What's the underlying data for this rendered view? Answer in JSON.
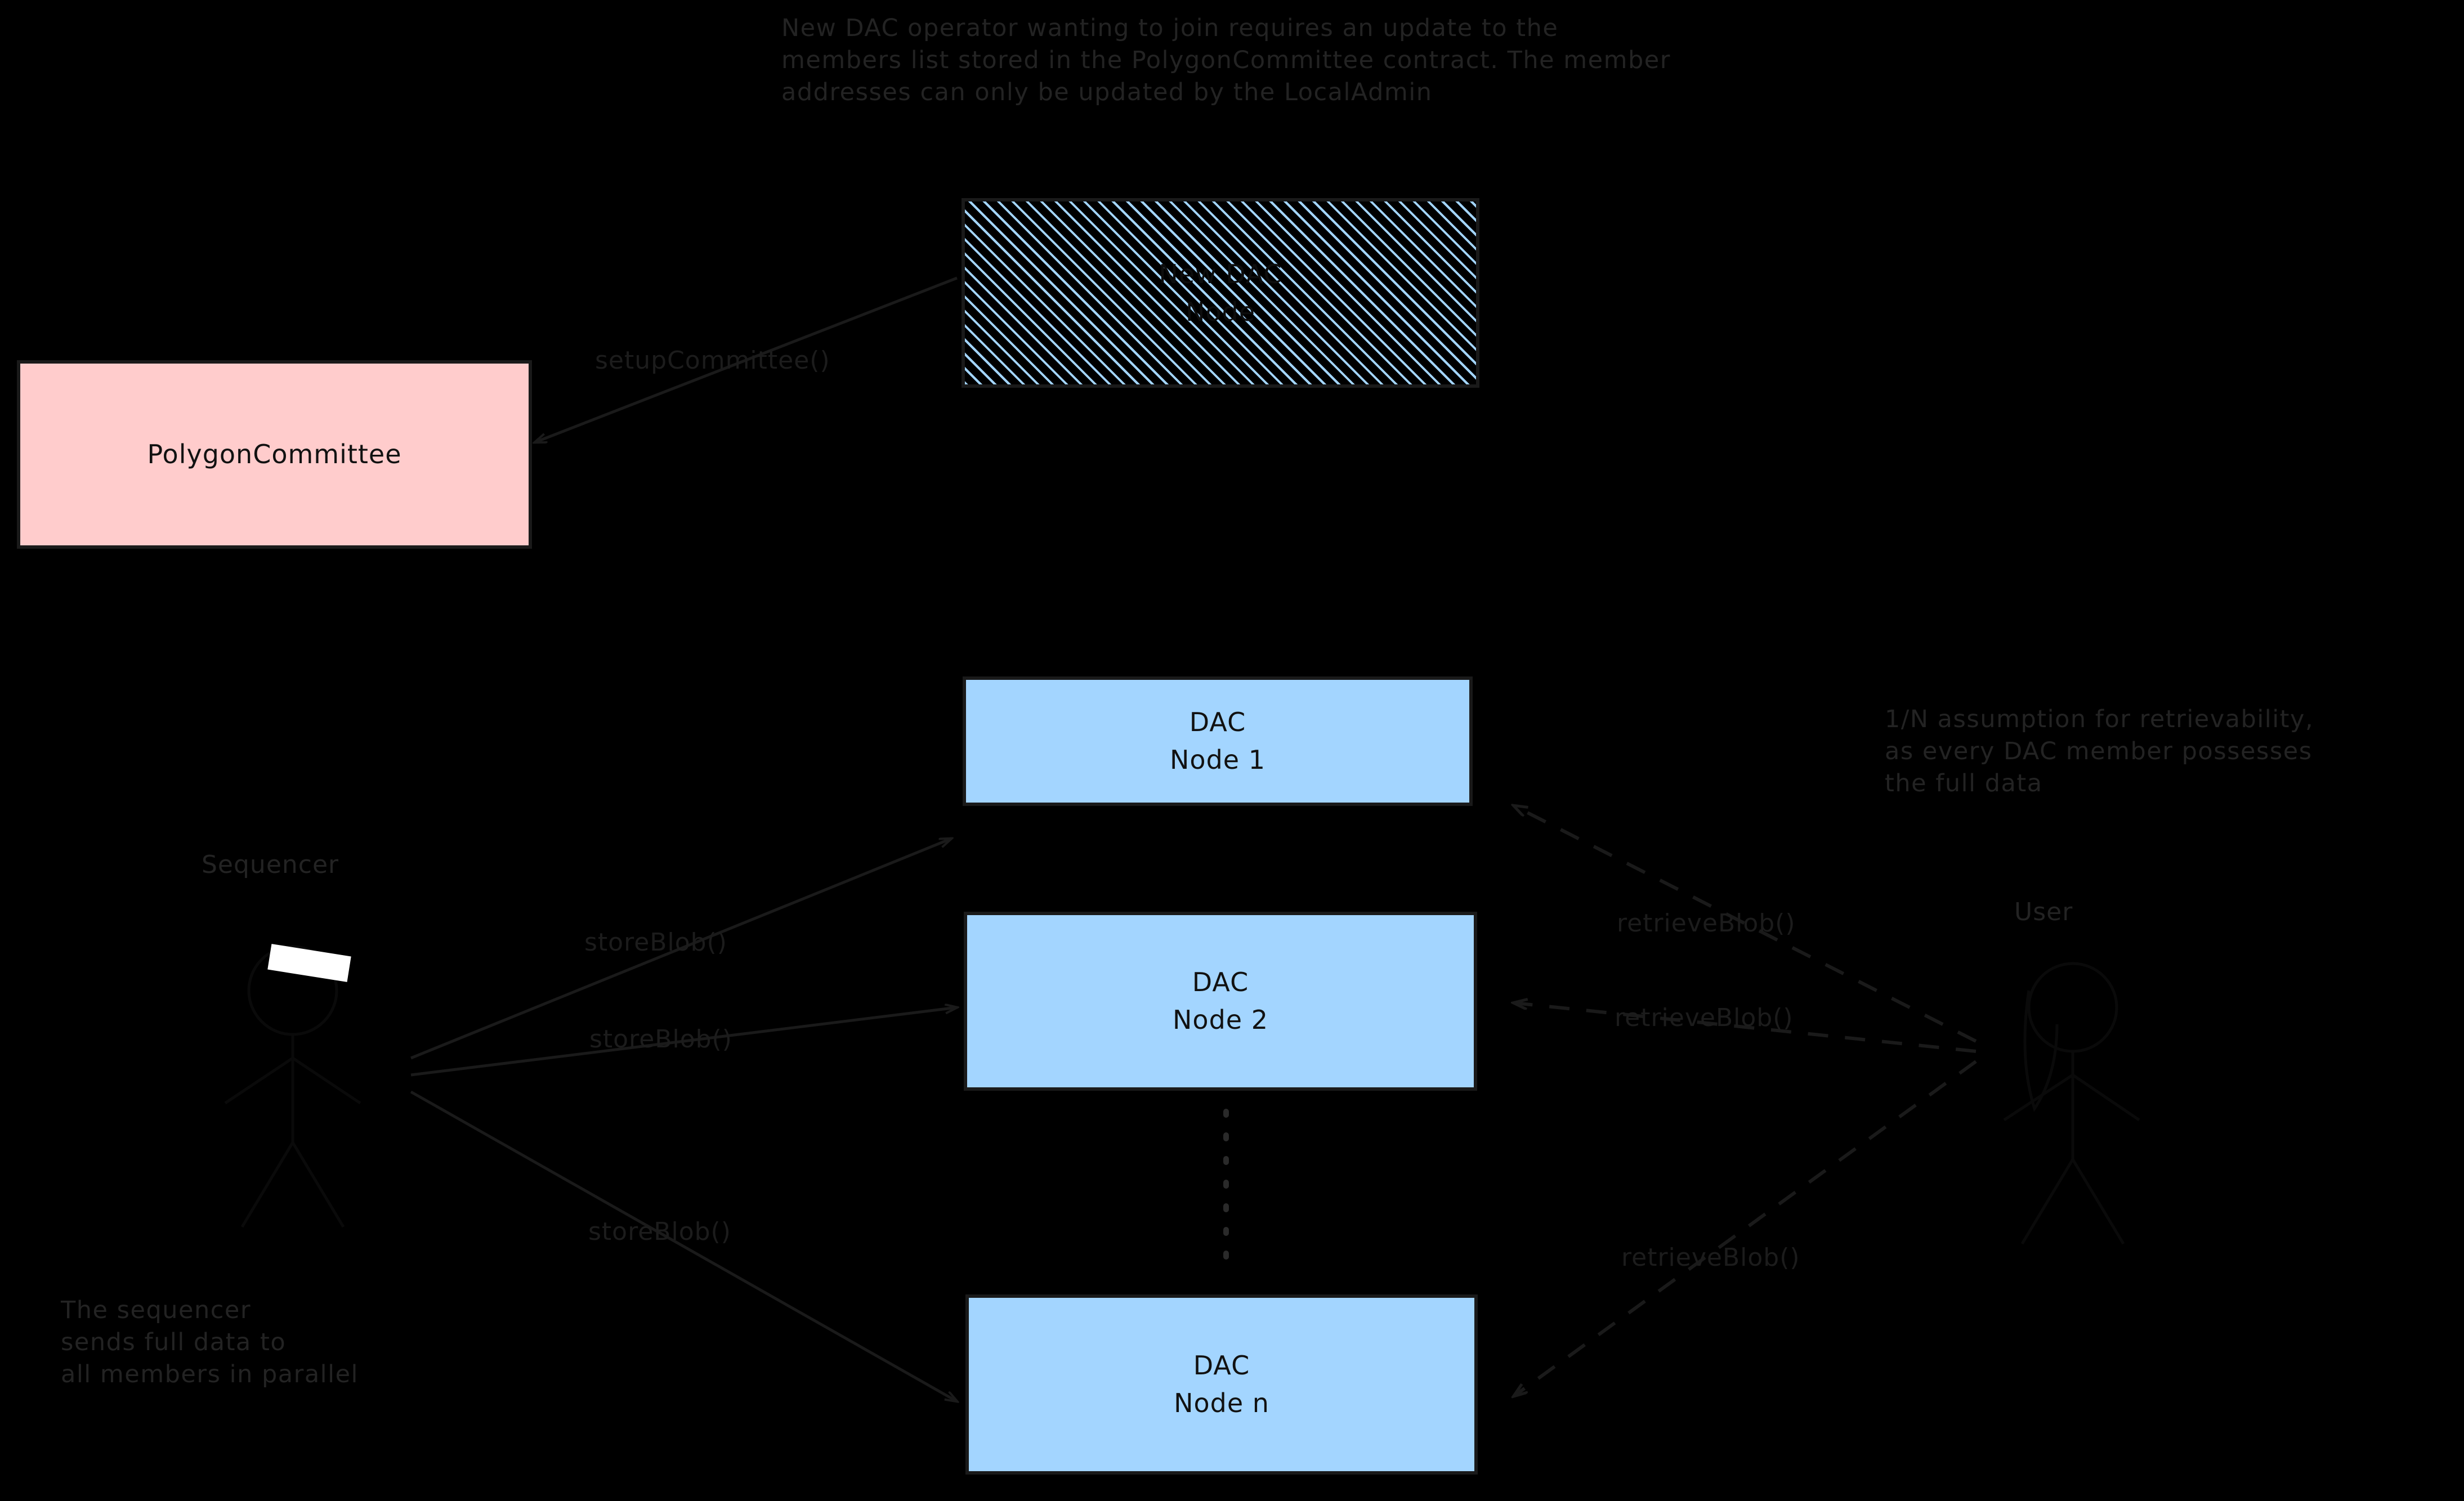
{
  "diagram": {
    "background_color": "#000000",
    "node_fill": "#a3d5ff",
    "committee_fill": "#ffcccc",
    "stroke_color": "#1a1a1a",
    "annotations": {
      "top": "New DAC operator wanting to join requires an update to the\nmembers list stored in the PolygonCommittee contract. The member\naddresses can only be updated by the LocalAdmin",
      "right": "1/N assumption for retrievability,\nas every DAC member possesses\nthe full data",
      "bottom_left": "The sequencer\nsends full data to\nall members in parallel"
    },
    "boxes": [
      {
        "id": "new-dac-node",
        "label": "New DAC\nNode",
        "style": "hatched"
      },
      {
        "id": "polygon-committee",
        "label": "PolygonCommittee",
        "style": "pink"
      },
      {
        "id": "dac-node-1",
        "label": "DAC\nNode 1",
        "style": "blue"
      },
      {
        "id": "dac-node-2",
        "label": "DAC\nNode  2",
        "style": "blue"
      },
      {
        "id": "dac-node-n",
        "label": "DAC\nNode n",
        "style": "blue"
      }
    ],
    "actors": [
      {
        "id": "sequencer",
        "label": "Sequencer"
      },
      {
        "id": "user",
        "label": "User"
      }
    ],
    "edges": [
      {
        "id": "setup-committee",
        "label": "setupCommittee()",
        "from": "new-dac-node",
        "to": "polygon-committee",
        "style": "solid"
      },
      {
        "id": "store-blob-1",
        "label": "storeBlob()",
        "from": "sequencer",
        "to": "dac-node-1",
        "style": "solid"
      },
      {
        "id": "store-blob-2",
        "label": "storeBlob()",
        "from": "sequencer",
        "to": "dac-node-2",
        "style": "solid"
      },
      {
        "id": "store-blob-n",
        "label": "storeBlob()",
        "from": "sequencer",
        "to": "dac-node-n",
        "style": "solid"
      },
      {
        "id": "retrieve-blob-1",
        "label": "retrieveBlob()",
        "from": "user",
        "to": "dac-node-1",
        "style": "dashed"
      },
      {
        "id": "retrieve-blob-2",
        "label": "retrieveBlob()",
        "from": "user",
        "to": "dac-node-2",
        "style": "dashed"
      },
      {
        "id": "retrieve-blob-n",
        "label": "retrieveBlob()",
        "from": "user",
        "to": "dac-node-n",
        "style": "dashed"
      }
    ]
  }
}
